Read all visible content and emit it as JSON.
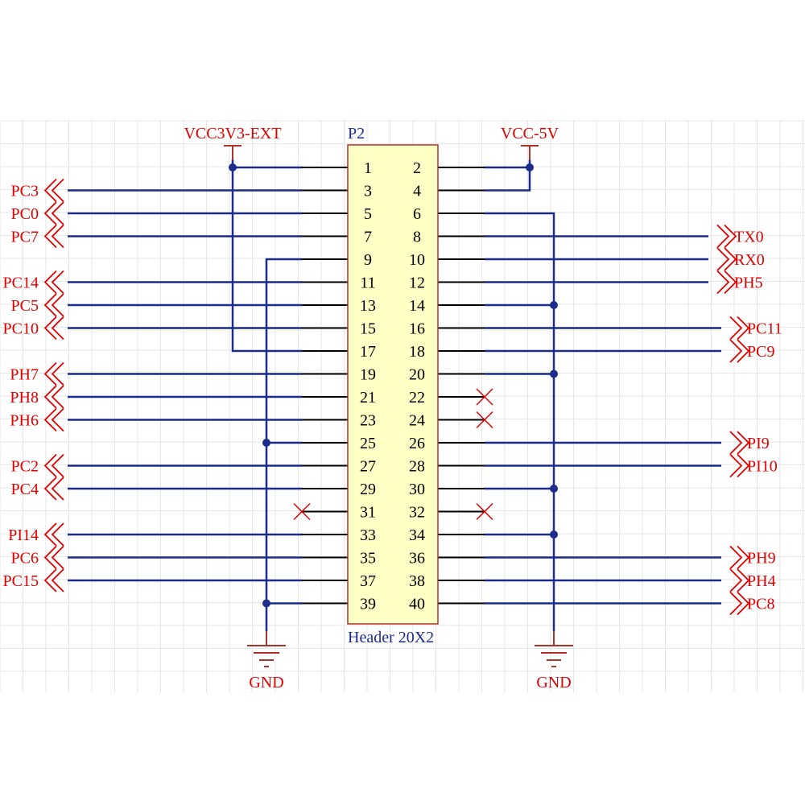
{
  "component": {
    "designator": "P2",
    "comment": "Header 20X2",
    "pins": [
      "1",
      "2",
      "3",
      "4",
      "5",
      "6",
      "7",
      "8",
      "9",
      "10",
      "11",
      "12",
      "13",
      "14",
      "15",
      "16",
      "17",
      "18",
      "19",
      "20",
      "21",
      "22",
      "23",
      "24",
      "25",
      "26",
      "27",
      "28",
      "29",
      "30",
      "31",
      "32",
      "33",
      "34",
      "35",
      "36",
      "37",
      "38",
      "39",
      "40"
    ]
  },
  "power": {
    "vcc3v3": "VCC3V3-EXT",
    "vcc5v": "VCC-5V",
    "gnd_left": "GND",
    "gnd_right": "GND"
  },
  "left_ports": [
    {
      "pin": "3",
      "label": "PC3"
    },
    {
      "pin": "5",
      "label": "PC0"
    },
    {
      "pin": "7",
      "label": "PC7"
    },
    {
      "pin": "11",
      "label": "PC14"
    },
    {
      "pin": "13",
      "label": "PC5"
    },
    {
      "pin": "15",
      "label": "PC10"
    },
    {
      "pin": "19",
      "label": "PH7"
    },
    {
      "pin": "21",
      "label": "PH8"
    },
    {
      "pin": "23",
      "label": "PH6"
    },
    {
      "pin": "27",
      "label": "PC2"
    },
    {
      "pin": "29",
      "label": "PC4"
    },
    {
      "pin": "33",
      "label": "PI14"
    },
    {
      "pin": "35",
      "label": "PC6"
    },
    {
      "pin": "37",
      "label": "PC15"
    }
  ],
  "right_ports": [
    {
      "pin": "8",
      "label": "TX0"
    },
    {
      "pin": "10",
      "label": "RX0"
    },
    {
      "pin": "12",
      "label": "PH5"
    },
    {
      "pin": "16",
      "label": "PC11"
    },
    {
      "pin": "18",
      "label": "PC9"
    },
    {
      "pin": "26",
      "label": "PI9"
    },
    {
      "pin": "28",
      "label": "PI10"
    },
    {
      "pin": "36",
      "label": "PH9"
    },
    {
      "pin": "38",
      "label": "PH4"
    },
    {
      "pin": "40",
      "label": "PC8"
    }
  ],
  "no_connect_pins": [
    "22",
    "24",
    "31",
    "32"
  ],
  "colors": {
    "wire": "#1c2c8c",
    "label": "#e00000",
    "body_fill": "#ffffc6",
    "body_stroke": "#b0302a",
    "grid": "#e6e6e6",
    "pin": "#000000"
  }
}
